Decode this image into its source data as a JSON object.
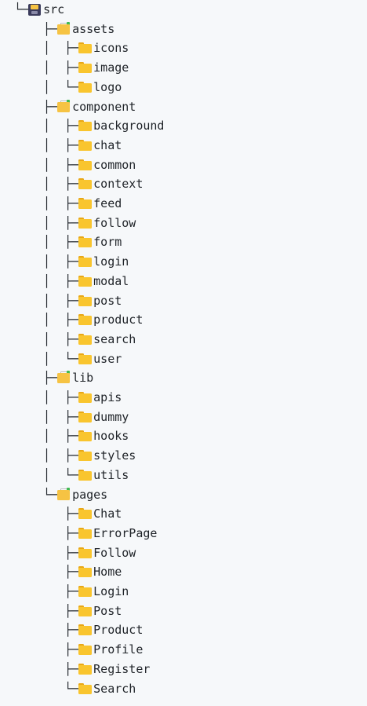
{
  "tree": {
    "root": {
      "label": "src",
      "prefix": "└─",
      "icon": "project-folder-icon"
    },
    "rows": [
      {
        "prefix": "├─",
        "label": "assets",
        "icon": "open-folder-icon"
      },
      {
        "prefix": "│  ├─",
        "label": "icons",
        "icon": "folder-icon"
      },
      {
        "prefix": "│  ├─",
        "label": "image",
        "icon": "folder-icon"
      },
      {
        "prefix": "│  └─",
        "label": "logo",
        "icon": "folder-icon"
      },
      {
        "prefix": "├─",
        "label": "component",
        "icon": "open-folder-icon"
      },
      {
        "prefix": "│  ├─",
        "label": "background",
        "icon": "folder-icon"
      },
      {
        "prefix": "│  ├─",
        "label": "chat",
        "icon": "folder-icon"
      },
      {
        "prefix": "│  ├─",
        "label": "common",
        "icon": "folder-icon"
      },
      {
        "prefix": "│  ├─",
        "label": "context",
        "icon": "folder-icon"
      },
      {
        "prefix": "│  ├─",
        "label": "feed",
        "icon": "folder-icon"
      },
      {
        "prefix": "│  ├─",
        "label": "follow",
        "icon": "folder-icon"
      },
      {
        "prefix": "│  ├─",
        "label": "form",
        "icon": "folder-icon"
      },
      {
        "prefix": "│  ├─",
        "label": "login",
        "icon": "folder-icon"
      },
      {
        "prefix": "│  ├─",
        "label": "modal",
        "icon": "folder-icon"
      },
      {
        "prefix": "│  ├─",
        "label": "post",
        "icon": "folder-icon"
      },
      {
        "prefix": "│  ├─",
        "label": "product",
        "icon": "folder-icon"
      },
      {
        "prefix": "│  ├─",
        "label": "search",
        "icon": "folder-icon"
      },
      {
        "prefix": "│  └─",
        "label": "user",
        "icon": "folder-icon"
      },
      {
        "prefix": "├─",
        "label": "lib",
        "icon": "open-folder-icon"
      },
      {
        "prefix": "│  ├─",
        "label": "apis",
        "icon": "folder-icon"
      },
      {
        "prefix": "│  ├─",
        "label": "dummy",
        "icon": "folder-icon"
      },
      {
        "prefix": "│  ├─",
        "label": "hooks",
        "icon": "folder-icon"
      },
      {
        "prefix": "│  ├─",
        "label": "styles",
        "icon": "folder-icon"
      },
      {
        "prefix": "│  └─",
        "label": "utils",
        "icon": "folder-icon"
      },
      {
        "prefix": "└─",
        "label": "pages",
        "icon": "open-folder-icon"
      },
      {
        "prefix": "   ├─",
        "label": "Chat",
        "icon": "folder-icon"
      },
      {
        "prefix": "   ├─",
        "label": "ErrorPage",
        "icon": "folder-icon"
      },
      {
        "prefix": "   ├─",
        "label": "Follow",
        "icon": "folder-icon"
      },
      {
        "prefix": "   ├─",
        "label": "Home",
        "icon": "folder-icon"
      },
      {
        "prefix": "   ├─",
        "label": "Login",
        "icon": "folder-icon"
      },
      {
        "prefix": "   ├─",
        "label": "Post",
        "icon": "folder-icon"
      },
      {
        "prefix": "   ├─",
        "label": "Product",
        "icon": "folder-icon"
      },
      {
        "prefix": "   ├─",
        "label": "Profile",
        "icon": "folder-icon"
      },
      {
        "prefix": "   ├─",
        "label": "Register",
        "icon": "folder-icon"
      },
      {
        "prefix": "   └─",
        "label": "Search",
        "icon": "folder-icon"
      }
    ]
  }
}
